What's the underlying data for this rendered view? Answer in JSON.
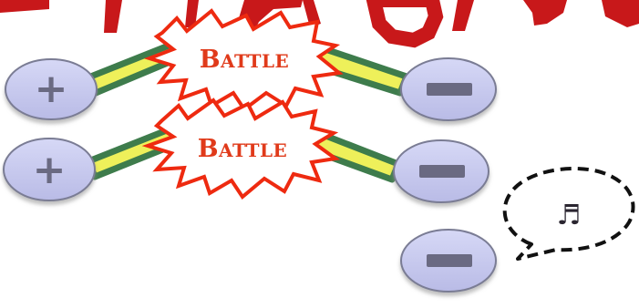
{
  "battles": [
    {
      "first_letter": "B",
      "rest": "ATTLE"
    },
    {
      "first_letter": "B",
      "rest": "ATTLE"
    }
  ],
  "charges": {
    "positive_symbol": "+",
    "negative_symbol": "−"
  },
  "speech_bubble": {
    "glyph": "♬",
    "icon": "music-note-icon"
  },
  "colors": {
    "top_banner_text": "#c8181a",
    "ion_fill": "#c6c8ee",
    "ion_stroke": "#7a7c94",
    "charge_symbol": "#6a6a82",
    "bond_fill": "#eef05a",
    "bond_stroke": "#3e7c4c",
    "starburst_stroke": "#ee2a10",
    "battle_text": "#e03a1a"
  }
}
